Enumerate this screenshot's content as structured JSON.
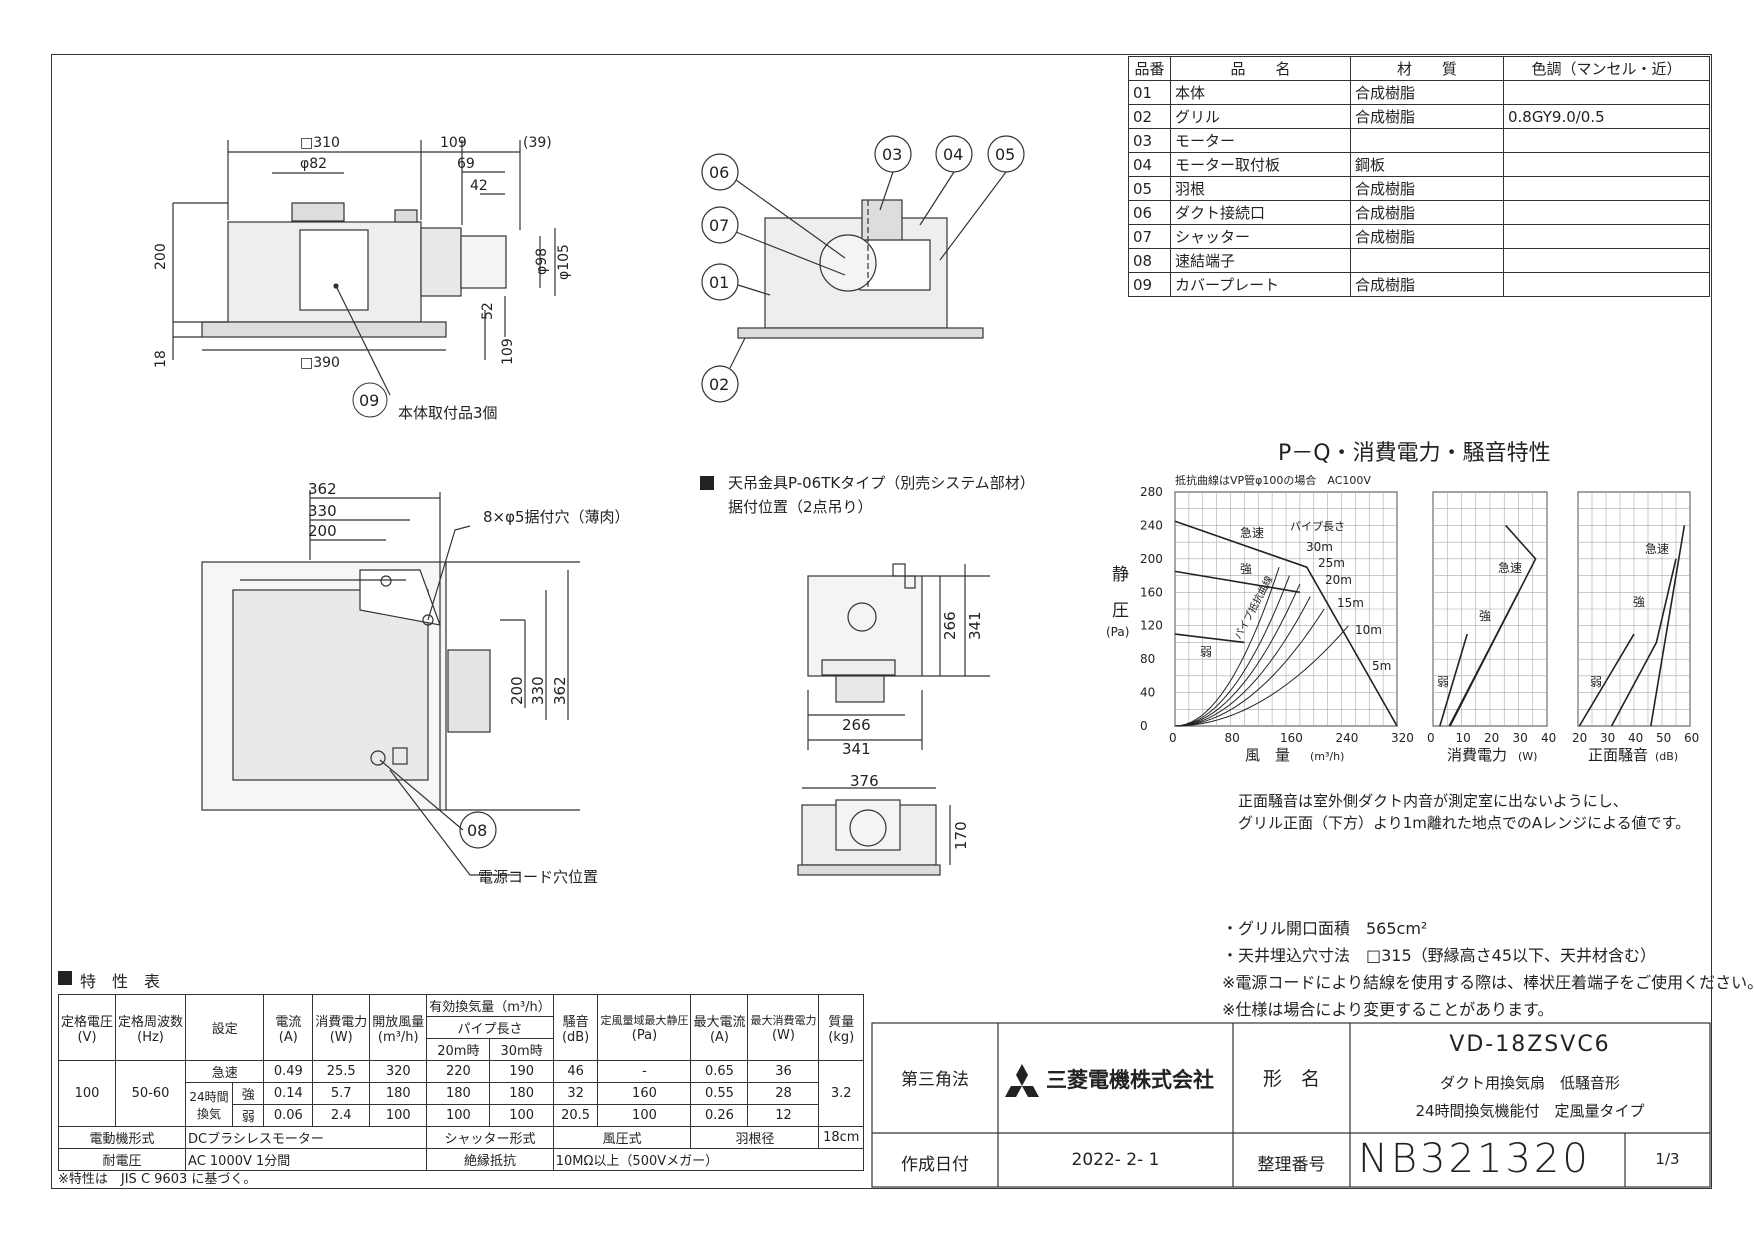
{
  "parts": {
    "headers": [
      "品番",
      "品　　名",
      "材　　質",
      "色調（マンセル・近）"
    ],
    "rows": [
      [
        "01",
        "本体",
        "合成樹脂",
        ""
      ],
      [
        "02",
        "グリル",
        "合成樹脂",
        "0.8GY9.0/0.5"
      ],
      [
        "03",
        "モーター",
        "",
        ""
      ],
      [
        "04",
        "モーター取付板",
        "鋼板",
        ""
      ],
      [
        "05",
        "羽根",
        "合成樹脂",
        ""
      ],
      [
        "06",
        "ダクト接続口",
        "合成樹脂",
        ""
      ],
      [
        "07",
        "シャッター",
        "合成樹脂",
        ""
      ],
      [
        "08",
        "速結端子",
        "",
        ""
      ],
      [
        "09",
        "カバープレート",
        "合成樹脂",
        ""
      ]
    ]
  },
  "front_view": {
    "dims": [
      "□310",
      "109",
      "(39)",
      "φ82",
      "69",
      "42",
      "200",
      "φ98",
      "φ105",
      "52",
      "18",
      "□390",
      "109"
    ],
    "callout_num": "09",
    "callout_label": "本体取付品3個"
  },
  "section_view": {
    "callouts": [
      "06",
      "03",
      "04",
      "05",
      "07",
      "01",
      "02"
    ]
  },
  "plan_view": {
    "dims": [
      "362",
      "330",
      "200",
      "200",
      "330",
      "362"
    ],
    "hole_label": "8×φ5据付穴（薄肉）",
    "callout_num": "08",
    "callout_label": "電源コード穴位置"
  },
  "bracket": {
    "title_line1": "天吊金具P-06TKタイプ（別売システム部材）",
    "title_line2": "据付位置（2点吊り）",
    "dims": [
      "266",
      "341",
      "266",
      "341",
      "376",
      "170"
    ]
  },
  "pq": {
    "title": "P－Q・消費電力・騒音特性",
    "subtitle": "抵抗曲線はVP管φ100の場合　AC100V",
    "ylabel": "静圧",
    "yunit": "(Pa)",
    "yticks": [
      "280",
      "240",
      "200",
      "160",
      "120",
      "80",
      "40",
      "0"
    ],
    "xticks1": [
      "0",
      "80",
      "160",
      "240",
      "320"
    ],
    "xticks2": [
      "0",
      "10",
      "20",
      "30",
      "40"
    ],
    "xticks3": [
      "20",
      "30",
      "40",
      "50",
      "60"
    ],
    "xlabel1": "風　量",
    "xunit1": "(m³/h)",
    "xlabel2": "消費電力",
    "xunit2": "(W)",
    "xlabel3": "正面騒音",
    "xunit3": "(dB)",
    "labels": [
      "急速",
      "強",
      "弱",
      "パイプ長さ",
      "30m",
      "25m",
      "20m",
      "15m",
      "10m",
      "5m",
      "パイプ抵抗曲線",
      "急速",
      "強",
      "弱",
      "急速",
      "強",
      "弱"
    ]
  },
  "chart_data": [
    {
      "type": "line",
      "title": "P－Q・消費電力・騒音特性",
      "xlabel": "風量 (m³/h)",
      "ylabel": "静圧 (Pa)",
      "xlim": [
        0,
        320
      ],
      "ylim": [
        0,
        280
      ],
      "series": [
        {
          "name": "急速",
          "x": [
            0,
            190,
            320
          ],
          "y": [
            245,
            190,
            0
          ]
        },
        {
          "name": "強",
          "x": [
            0,
            180
          ],
          "y": [
            185,
            160
          ]
        },
        {
          "name": "弱",
          "x": [
            0,
            100
          ],
          "y": [
            110,
            100
          ]
        }
      ]
    },
    {
      "type": "line",
      "xlabel": "消費電力 (W)",
      "xlim": [
        0,
        40
      ],
      "ylim": [
        0,
        280
      ],
      "series": [
        {
          "name": "急速",
          "x": [
            6,
            24,
            36,
            25.5
          ],
          "y": [
            0,
            120,
            200,
            240
          ]
        },
        {
          "name": "強",
          "x": [
            5.7,
            30
          ],
          "y": [
            0,
            160
          ]
        },
        {
          "name": "弱",
          "x": [
            2.4,
            12
          ],
          "y": [
            0,
            110
          ]
        }
      ]
    },
    {
      "type": "line",
      "xlabel": "正面騒音 (dB)",
      "xlim": [
        20,
        60
      ],
      "ylim": [
        0,
        280
      ],
      "series": [
        {
          "name": "急速",
          "x": [
            46,
            58
          ],
          "y": [
            0,
            240
          ]
        },
        {
          "name": "強",
          "x": [
            32,
            48,
            55
          ],
          "y": [
            0,
            100,
            200
          ]
        },
        {
          "name": "弱",
          "x": [
            20.5,
            40
          ],
          "y": [
            0,
            110
          ]
        }
      ]
    }
  ],
  "notes": {
    "n1": "正面騒音は室外側ダクト内音が測定室に出ないようにし、",
    "n2": "グリル正面（下方）より1m離れた地点でのAレンジによる値です。",
    "n3": "・グリル開口面積　565cm²",
    "n4": "・天井埋込穴寸法　□315（野縁高さ45以下、天井材含む）",
    "n5": "※電源コードにより結線を使用する際は、棒状圧着端子をご使用ください。",
    "n6": "※仕様は場合により変更することがあります。"
  },
  "spec": {
    "title": "特　性　表",
    "h": {
      "c1": "定格電圧",
      "c1u": "(V)",
      "c2": "定格周波数",
      "c2u": "(Hz)",
      "c3": "設定",
      "c4": "電流",
      "c4u": "(A)",
      "c5": "消費電力",
      "c5u": "(W)",
      "c6": "開放風量",
      "c6u": "(m³/h)",
      "c7": "有効換気量（m³/h）",
      "c7b": "パイプ長さ",
      "c7c": "20m時",
      "c7d": "30m時",
      "c8": "騒音",
      "c8u": "(dB)",
      "c9": "定風量域最大静圧",
      "c9u": "(Pa)",
      "c10": "最大電流",
      "c10u": "(A)",
      "c11": "最大消費電力",
      "c11u": "(W)",
      "c12": "質量",
      "c12u": "(kg)"
    },
    "voltage": "100",
    "freq": "50-60",
    "mass": "3.2",
    "mode24": "24時間換気",
    "rows": [
      {
        "set": "急速",
        "cur": "0.49",
        "pw": "25.5",
        "flow": "320",
        "p20": "220",
        "p30": "190",
        "db": "46",
        "ps": "-",
        "mc": "0.65",
        "mp": "36"
      },
      {
        "set": "強",
        "cur": "0.14",
        "pw": "5.7",
        "flow": "180",
        "p20": "180",
        "p30": "180",
        "db": "32",
        "ps": "160",
        "mc": "0.55",
        "mp": "28"
      },
      {
        "set": "弱",
        "cur": "0.06",
        "pw": "2.4",
        "flow": "100",
        "p20": "100",
        "p30": "100",
        "db": "20.5",
        "ps": "100",
        "mc": "0.26",
        "mp": "12"
      }
    ],
    "motor_label": "電動機形式",
    "motor_val": "DCブラシレスモーター",
    "shutter_label": "シャッター形式",
    "shutter_val": "風圧式",
    "blade_label": "羽根径",
    "blade_val": "18cm",
    "volt_label": "耐電圧",
    "volt_val": "AC 1000V 1分間",
    "ins_label": "絶縁抵抗",
    "ins_val": "10MΩ以上（500Vメガー）",
    "footnote": "※特性は　JIS C 9603 に基づく。"
  },
  "titleblock": {
    "projection": "第三角法",
    "company": "三菱電機株式会社",
    "model_label": "形　名",
    "model": "VD-18ZSVC6",
    "desc1": "ダクト用換気扇　低騒音形",
    "desc2": "24時間換気機能付　定風量タイプ",
    "date_label": "作成日付",
    "date": "2022- 2- 1",
    "num_label": "整理番号",
    "num": "NB321320",
    "page": "1/3"
  }
}
